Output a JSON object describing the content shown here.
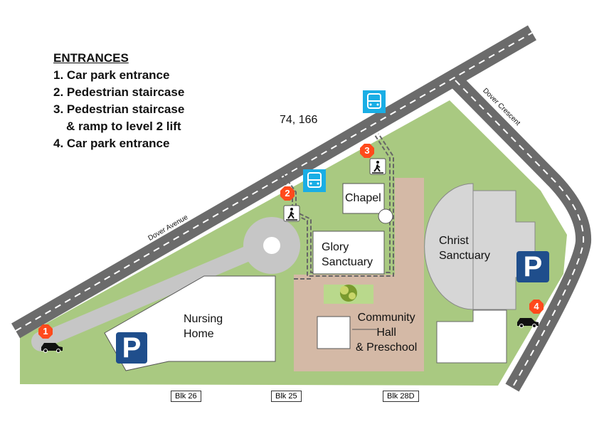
{
  "legend": {
    "title": "ENTRANCES",
    "items": [
      "1. Car park entrance",
      "2. Pedestrian staircase",
      "3. Pedestrian staircase",
      "& ramp to level 2 lift",
      "4. Car park entrance"
    ]
  },
  "bus_routes": "74, 166",
  "roads": {
    "avenue": "Dover Avenue",
    "crescent": "Dover Crescent"
  },
  "buildings": {
    "chapel": "Chapel",
    "glory": [
      "Glory",
      "Sanctuary"
    ],
    "christ": [
      "Christ",
      "Sanctuary"
    ],
    "nursing": [
      "Nursing",
      "Home"
    ],
    "community": [
      "Community",
      "Hall",
      "& Preschool"
    ]
  },
  "badges": [
    "1",
    "2",
    "3",
    "4"
  ],
  "parking_label": "P",
  "blocks": [
    "Blk 26",
    "Blk 25",
    "Blk 28D"
  ],
  "colors": {
    "grass": "#a9c981",
    "road": "#6b6b6b",
    "plaza": "#d4b9a6",
    "building": "#d6d6d6",
    "parking": "#1f4e8c",
    "badge": "#ff4a1c",
    "bus": "#1aaee5"
  }
}
